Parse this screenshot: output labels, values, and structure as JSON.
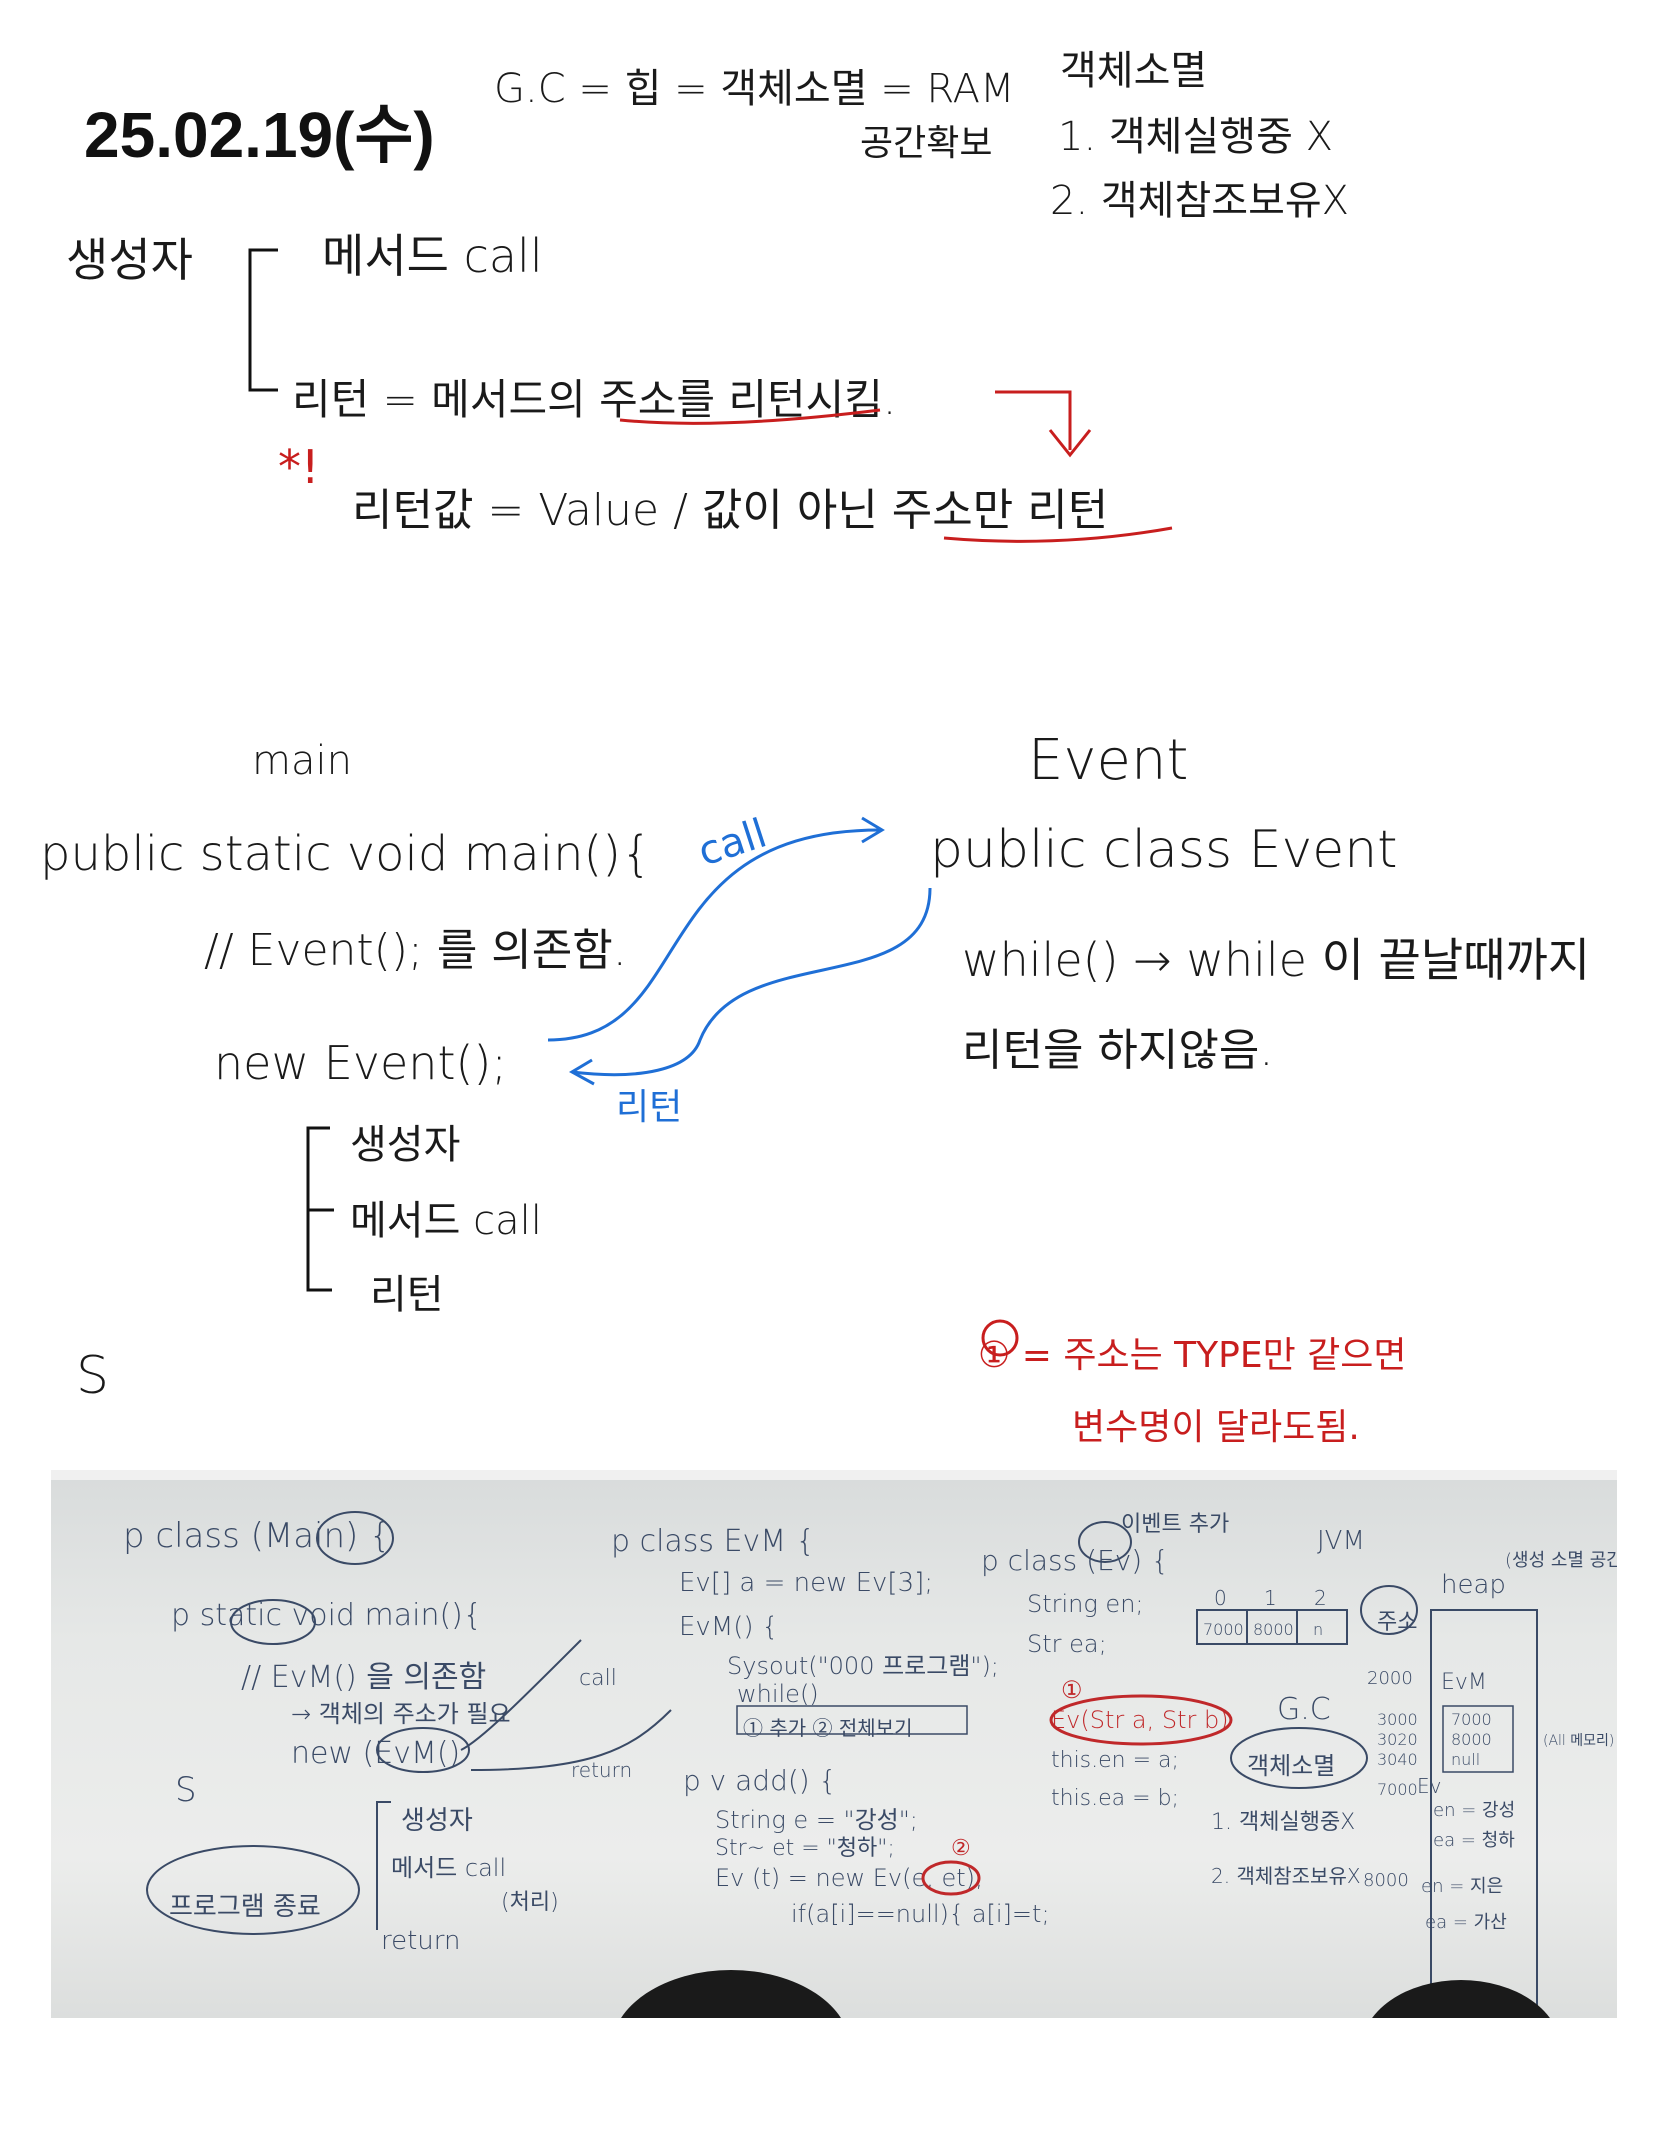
{
  "date": "25.02.19(수)",
  "gc_note": {
    "line1": "G.C = 힙 = 객체소멸 = RAM",
    "line2": "공간확보"
  },
  "object_destroy": {
    "title": "객체소멸",
    "item1": "1. 객체실행중 X",
    "item2": "2. 객체참조보유X"
  },
  "constructor_tree": {
    "root": "생성자",
    "branch1": "메서드 call",
    "branch2": "리턴 = 메서드의 주소를 리턴시킴.",
    "note_mark": "*!",
    "note": "리턴값 = Value / 값이 아닌 주소만 리턴"
  },
  "flow": {
    "main_label": "main",
    "event_label": "Event",
    "main_sig": "public static void main(){",
    "main_comment": "// Event(); 를 의존함.",
    "new_event": "new Event();",
    "call_label": "call",
    "return_label": "리턴",
    "event_sig": "public class Event",
    "while_note": "while() → while 이 끝날때까지",
    "while_note2": "리턴을 하지않음.",
    "sub_tree": [
      "생성자",
      "메서드 call",
      "리턴"
    ],
    "brace": "}"
  },
  "red_note": {
    "line1": "① = 주소는 TYPE만 같으면",
    "line2": "변수명이 달라도됨."
  },
  "whiteboard": {
    "main_class": "p class (Main) {",
    "main_method": "p static void main(){",
    "depends": "// EvM() 을 의존함",
    "new_evm": "new (EvM()",
    "arrow_note": "→ 객체의 주소가 필요",
    "tree": [
      "생성자",
      "메서드 call",
      "(처리)",
      "return"
    ],
    "program_end": "프로그램 종료",
    "call": "call",
    "ret": "return",
    "evm_class": "p class EvM {",
    "evm_array": "Ev[] a = new Ev[3];",
    "evm_ctor": "EvM() {",
    "evm_print": "Sysout(\"000 프로그램\");",
    "evm_while": "while()",
    "evm_menu": "① 추가 ② 전체보기",
    "add_method": "p v add() {",
    "add_s1": "String e = \"강성\";",
    "add_s2": "Str~ et = \"청하\";",
    "add_new": "Ev (t) = new Ev(e, et);",
    "add_if": "if(a[i]==null){ a[i]=t;",
    "ev_class": "p class (Ev) {",
    "ev_f1": "String en;",
    "ev_f2": "Str ea;",
    "ev_ctor": "Ev(Str a, Str b)",
    "ev_b1": "this.en = a;",
    "ev_b2": "this.ea = b;",
    "circle1": "①",
    "circle2": "②",
    "array_idx": [
      "0",
      "1",
      "2"
    ],
    "array_vals": [
      "7000",
      "8000",
      "n"
    ],
    "gc": "G.C",
    "gc_circle": "객체소멸",
    "gc_1": "1. 객체실행중X",
    "gc_2": "2. 객체참조보유X",
    "top_note": "이벤트 추가",
    "jvm": "JVM",
    "heap": "heap",
    "heap_note": "(생성 소멸 공간)",
    "addr": "주소",
    "addr_vals": [
      "2000",
      "3000",
      "3020",
      "3040",
      "7000",
      "8000"
    ],
    "heap_evm": "EvM",
    "heap_arr": [
      "7000",
      "8000",
      "null"
    ],
    "heap_ev": "Ev",
    "heap_en1": "en = 강성",
    "heap_ea1": "ea = 청하",
    "heap_en2": "en = 지은",
    "heap_ea2": "ea = 가산",
    "all": "(All 메모리)",
    "lonely_s": "S"
  },
  "stray": "S"
}
